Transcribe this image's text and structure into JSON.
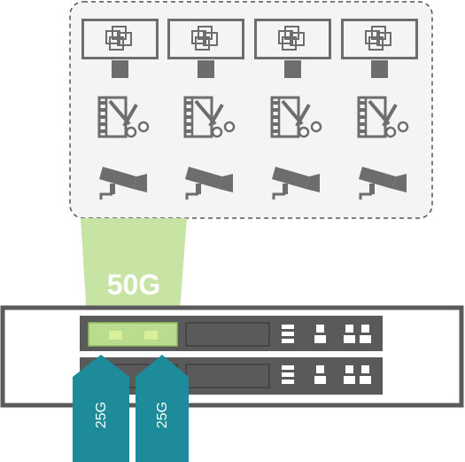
{
  "diagram": {
    "bandwidth_label": "50G",
    "link_labels": [
      "25G",
      "25G"
    ],
    "workstation_count": 4,
    "icons": {
      "row1": "monitor-icon",
      "row2": "video-editing-icon",
      "row3": "security-camera-icon"
    },
    "colors": {
      "icon_gray": "#6d6d6d",
      "outline_gray": "#5a5a5a",
      "dashed_border": "#555555",
      "beam_green": "#c5e3a0",
      "port_green": "#a8d46f",
      "port_led": "#d9ef9a",
      "cable_teal": "#1d8b9a",
      "panel_light": "#f4f4f4"
    }
  }
}
